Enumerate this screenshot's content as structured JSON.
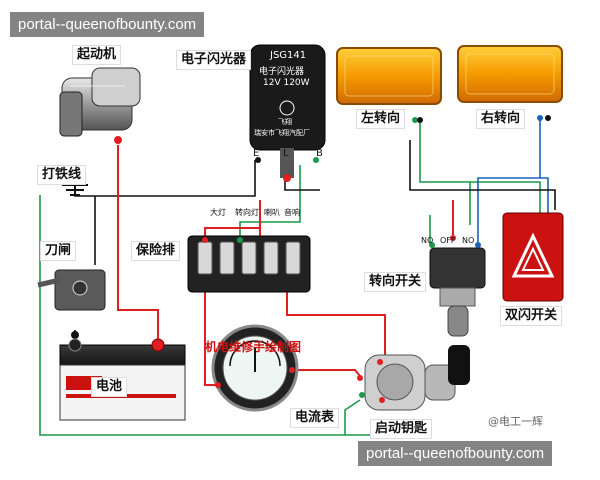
{
  "watermark": {
    "top": "portal--queenofbounty.com",
    "bottom": "portal--queenofbounty.com",
    "credit": "@电工一辉"
  },
  "labels": {
    "starter": "起动机",
    "flasher": "电子闪光器",
    "left_turn": "左转向",
    "right_turn": "右转向",
    "ground": "打铁线",
    "knife_switch": "刀闸",
    "fuse_box": "保险排",
    "turn_switch": "转向开关",
    "hazard": "双闪开关",
    "battery": "电池",
    "ammeter": "电流表",
    "ignition": "启动钥匙"
  },
  "flasher": {
    "model": "JSG141",
    "name": "电子闪光器",
    "rating": "12V 120W",
    "brand": "飞翔",
    "maker": "瑞安市飞翔汽配厂",
    "term_e": "E",
    "term_l": "L",
    "term_b": "B"
  },
  "fuse_labels": {
    "f1": "大灯",
    "f2": "转向灯",
    "f3": "喇叭",
    "f4": "音响"
  },
  "switch_positions": {
    "on_left": "NO",
    "off": "OFF",
    "on_right": "NO"
  },
  "red_note": "机电维修手绘制图",
  "colors": {
    "red": "#e02020",
    "green": "#1a9a4a",
    "blue": "#1c62b8",
    "black": "#111111",
    "amber": "#f5a300"
  }
}
